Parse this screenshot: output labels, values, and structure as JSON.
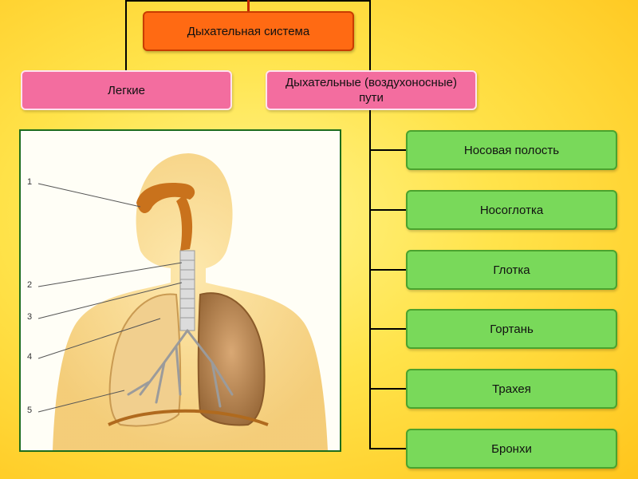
{
  "root": {
    "label": "Дыхательная система"
  },
  "branches": {
    "lungs": "Легкие",
    "airways": "Дыхательные (воздухоносные) пути"
  },
  "airway_parts": [
    "Носовая полость",
    "Носоглотка",
    "Глотка",
    "Гортань",
    "Трахея",
    "Бронхи"
  ],
  "figure": {
    "callout_labels": [
      "1",
      "2",
      "3",
      "4",
      "5"
    ]
  },
  "colors": {
    "root_fill": "#ff6a13",
    "branch_fill": "#f36d9f",
    "leaf_fill": "#79d95a",
    "background": "#ffe34a"
  }
}
